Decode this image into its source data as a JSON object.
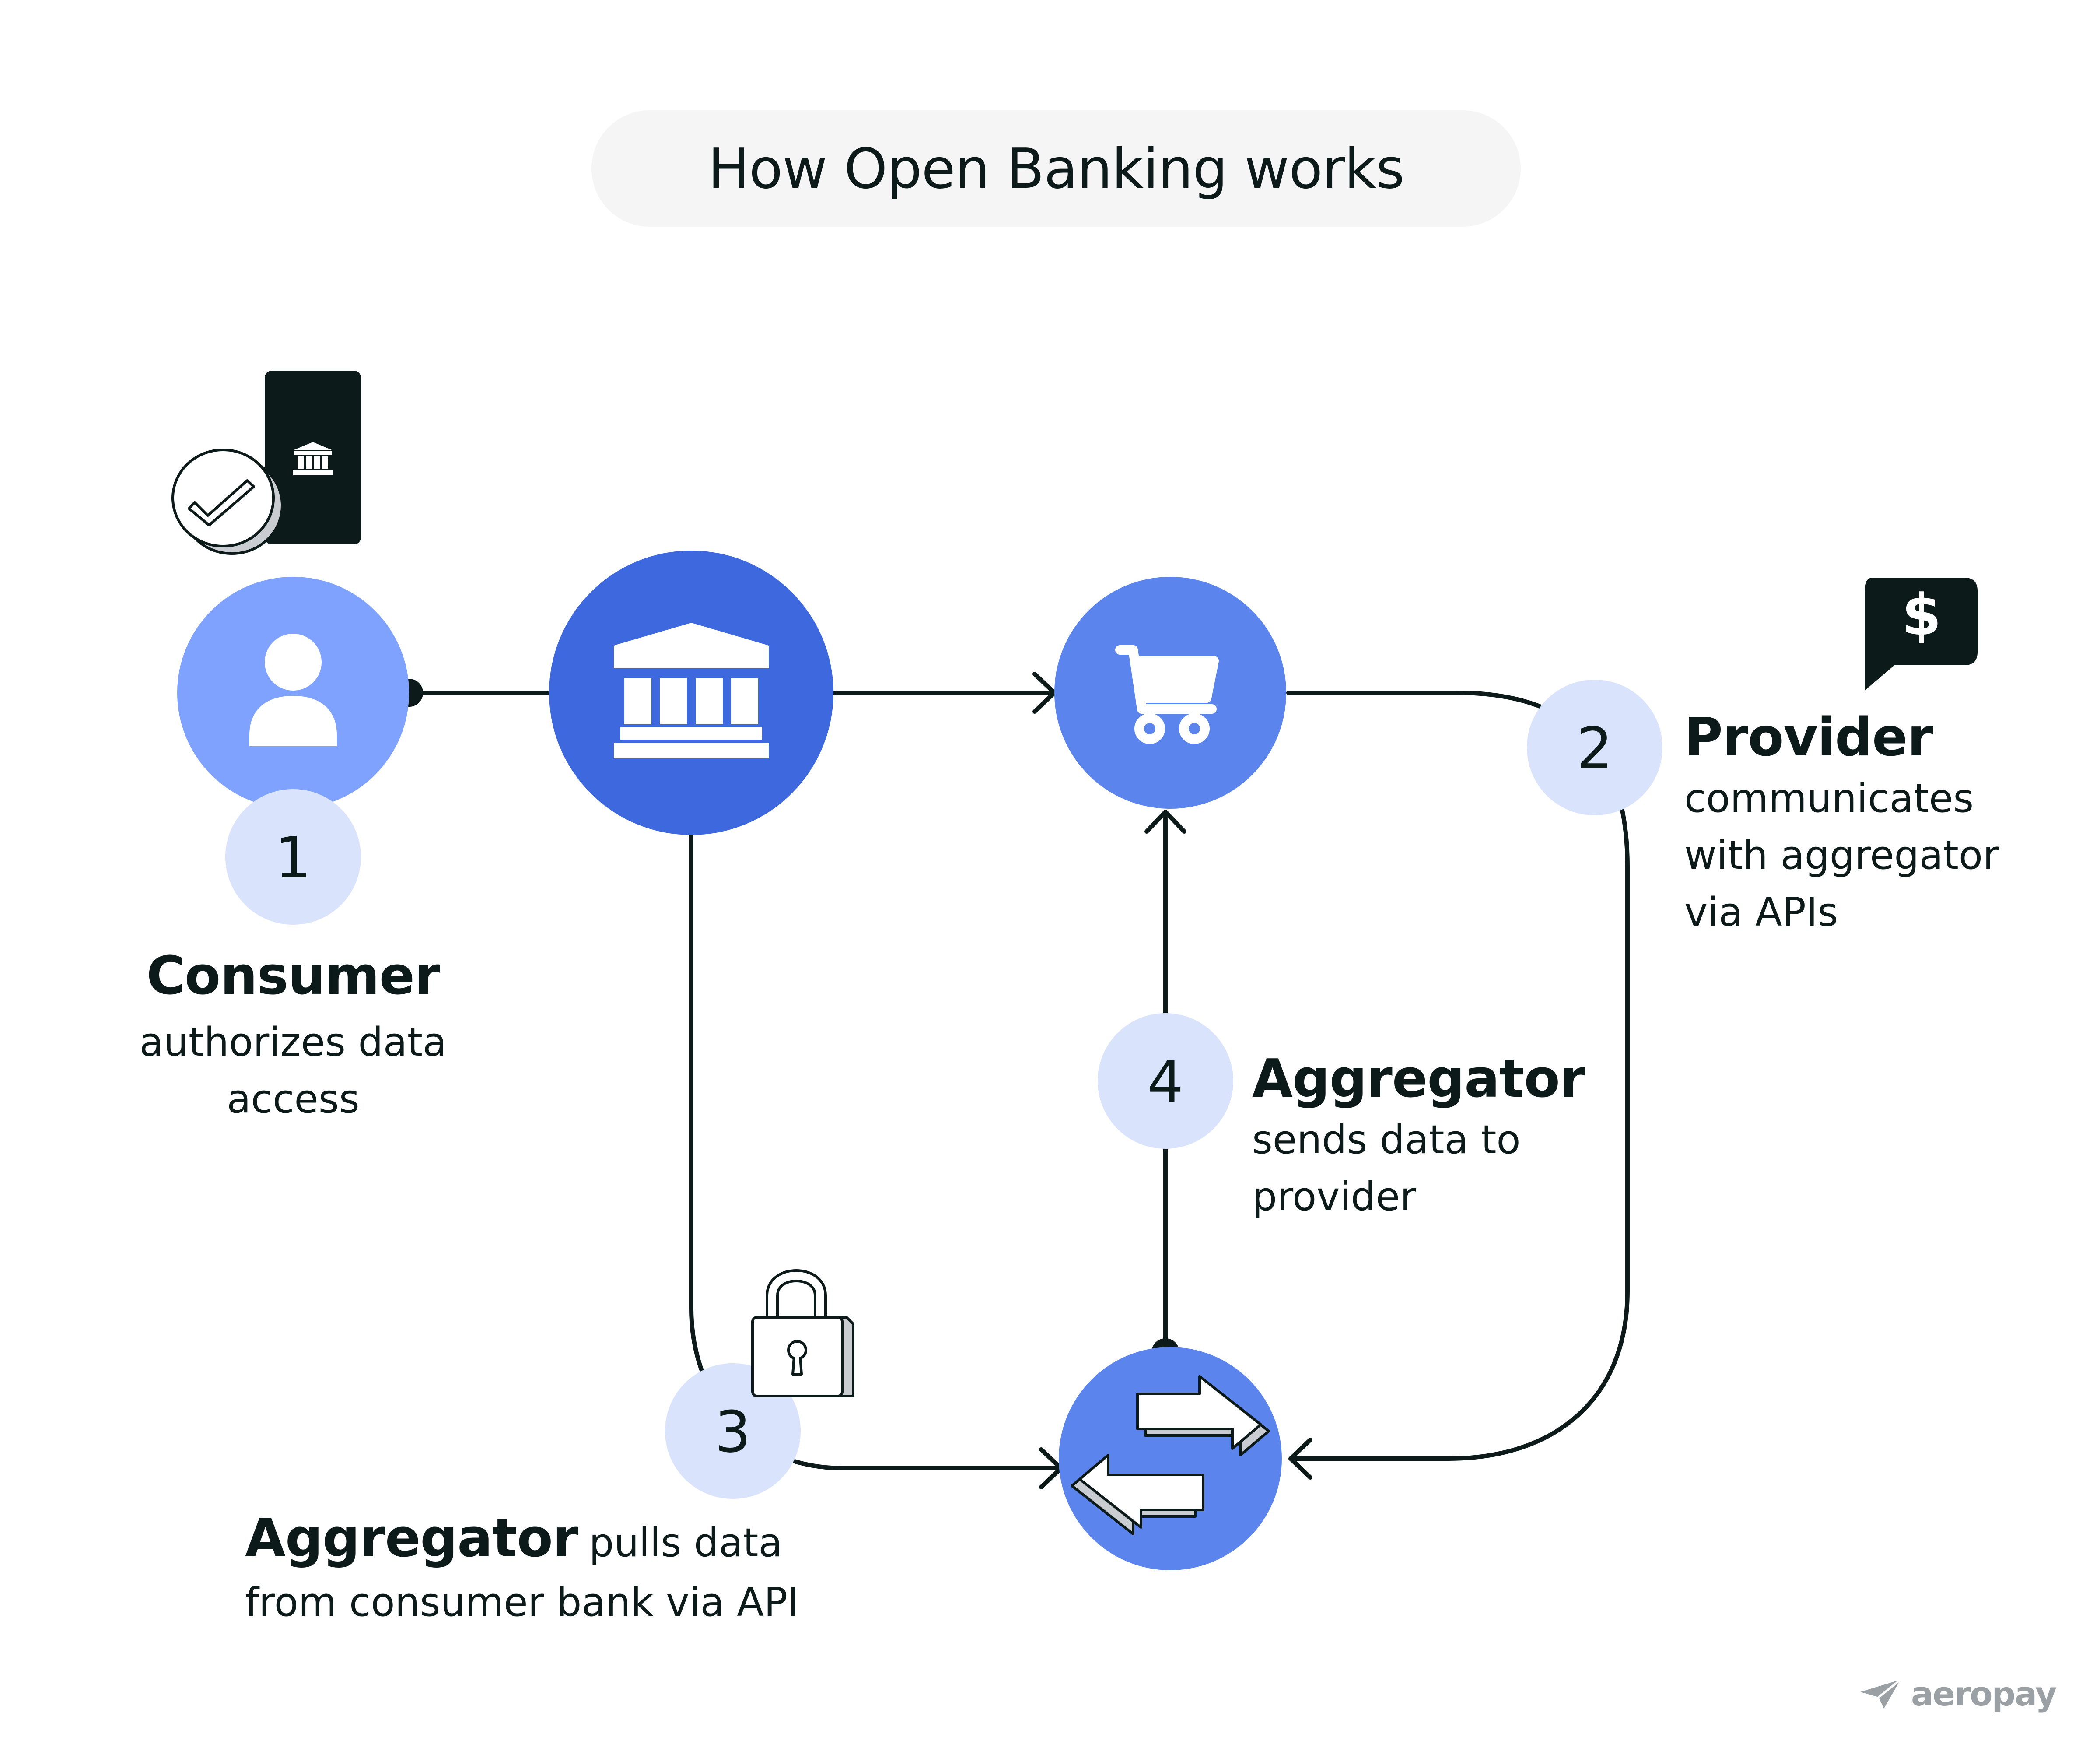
{
  "title": "How Open Banking works",
  "colors": {
    "consumer_node": "#7fa2ff",
    "bank_node": "#3e68de",
    "provider_node": "#5b85ec",
    "aggregator_node": "#5b85ec",
    "step_circle": "#d9e3fb",
    "line": "#0d1a1a",
    "title_pill": "#f5f5f5"
  },
  "nodes": {
    "consumer": {
      "icon": "person-icon"
    },
    "bank": {
      "icon": "bank-icon"
    },
    "provider": {
      "icon": "shopping-cart-icon"
    },
    "aggregator": {
      "icon": "exchange-arrows-icon"
    }
  },
  "decorations": {
    "phone": "phone-bank-icon",
    "check": "checkmark-badge-icon",
    "chat": "dollar-chat-icon",
    "lock": "padlock-icon"
  },
  "steps": [
    {
      "number": "1",
      "heading": "Consumer",
      "text": "authorizes data access",
      "line1": "authorizes data",
      "line2": "access"
    },
    {
      "number": "2",
      "heading": "Provider",
      "line1": "communicates",
      "line2": "with aggregator",
      "line3": "via APIs"
    },
    {
      "number": "3",
      "heading": "Aggregator",
      "inline": "pulls data",
      "line2": "from consumer bank via API"
    },
    {
      "number": "4",
      "heading": "Aggregator",
      "line1": "sends data to",
      "line2": "provider"
    }
  ],
  "brand": {
    "name": "aeropay",
    "icon": "paper-plane-icon"
  }
}
